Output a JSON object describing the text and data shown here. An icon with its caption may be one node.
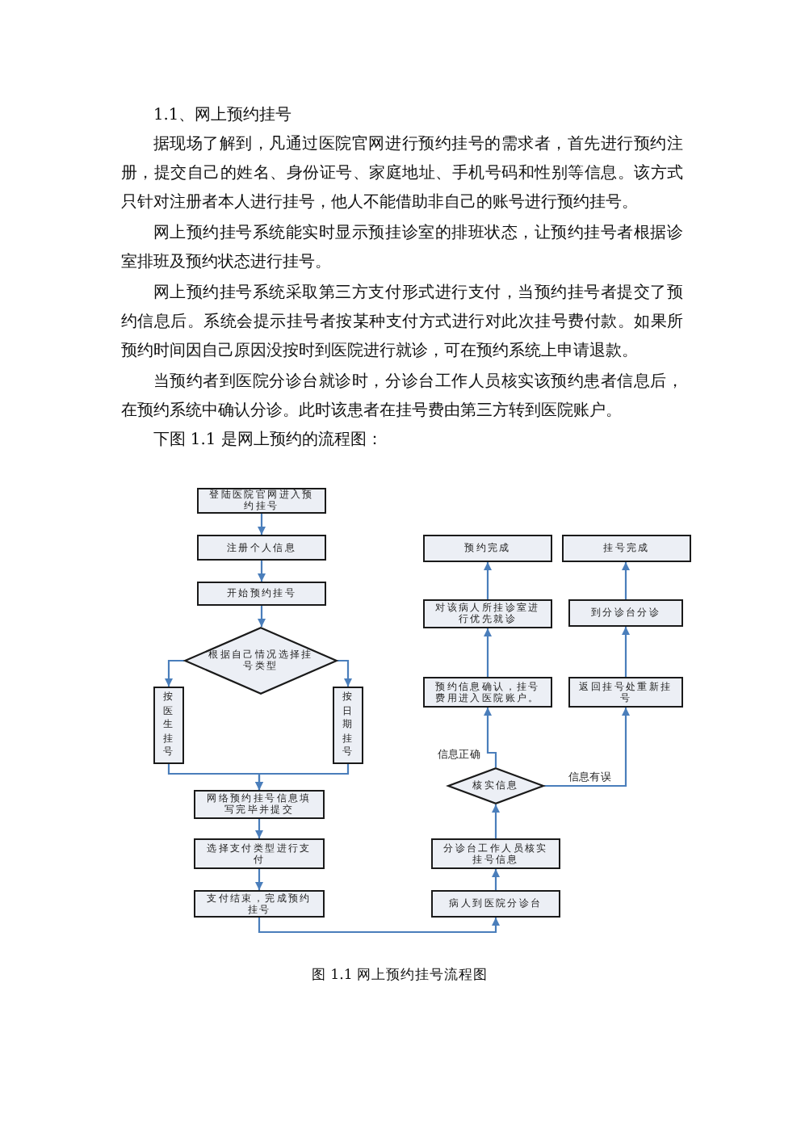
{
  "diagram": {
    "title": "1.1、网上预约挂号",
    "caption": "图 1.1 网上预约挂号流程图",
    "nodes": [
      {
        "text": [
          "登陆医院官网进入预约挂号"
        ]
      },
      {
        "text": [
          "注册个人信息"
        ]
      },
      {
        "text": [
          "开始预约挂号"
        ]
      },
      {
        "text": [
          "根据自己情况选择挂号类型"
        ]
      },
      {
        "text": [
          "按医生挂号"
        ]
      },
      {
        "text": [
          "按日期挂号"
        ]
      },
      {
        "text": [
          "网络预约挂号信息填写完毕并提交"
        ]
      },
      {
        "text": [
          "选择支付类型进行支付"
        ]
      },
      {
        "text": [
          "支付结束，完成预约挂号"
        ]
      },
      {
        "text": [
          "预约完成"
        ]
      },
      {
        "text": [
          "挂号完成"
        ]
      },
      {
        "text": [
          "对该病人所挂诊室进行优先就诊"
        ]
      },
      {
        "text": [
          "到分诊台分诊"
        ]
      },
      {
        "text": [
          "预约信息确认，挂号费用进入医院账户。"
        ]
      },
      {
        "text": [
          "返回挂号处重新挂号"
        ]
      },
      {
        "text": [
          "核实信息"
        ]
      },
      {
        "text": [
          "分诊台工作人员核实挂号信息"
        ]
      },
      {
        "text": [
          "病人到医院分诊台"
        ]
      }
    ],
    "edges": [
      {
        "from": 0,
        "to": 1,
        "arrow": "to"
      },
      {
        "from": 1,
        "to": 2,
        "arrow": "to"
      },
      {
        "from": 2,
        "to": 3,
        "arrow": "to"
      },
      {
        "from": 3,
        "to": 4,
        "arrow": "to"
      },
      {
        "from": 3,
        "to": 5,
        "arrow": "to"
      },
      {
        "from": 4,
        "to": 6,
        "arrow": "to"
      },
      {
        "from": 5,
        "to": 6,
        "arrow": "to"
      },
      {
        "from": 6,
        "to": 7,
        "arrow": "to"
      },
      {
        "from": 7,
        "to": 8,
        "arrow": "to"
      },
      {
        "from": 8,
        "to": 17,
        "arrow": "to"
      },
      {
        "from": 17,
        "to": 16,
        "arrow": "to"
      },
      {
        "from": 16,
        "to": 15,
        "arrow": "to"
      },
      {
        "from": 15,
        "to": 13,
        "arrow": "to",
        "label": "信息正确"
      },
      {
        "from": 15,
        "to": 14,
        "arrow": "to",
        "label": "信息有误"
      },
      {
        "from": 13,
        "to": 11,
        "arrow": "to"
      },
      {
        "from": 11,
        "to": 9,
        "arrow": "to"
      },
      {
        "from": 14,
        "to": 12,
        "arrow": "to"
      },
      {
        "from": 12,
        "to": 10,
        "arrow": "to"
      }
    ],
    "labels": [
      "据现场了解到，凡通过医院官网进行预约挂号的需求者，首先进行预约注册，提交自己的姓名、身份证号、家庭地址、手机号码和性别等信息。该方式只针对注册者本人进行挂号，他人不能借助非自己的账号进行预约挂号。",
      "网上预约挂号系统能实时显示预挂诊室的排班状态，让预约挂号者根据诊室排班及预约状态进行挂号。",
      "网上预约挂号系统采取第三方支付形式进行支付，当预约挂号者提交了预约信息后。系统会提示挂号者按某种支付方式进行对此次挂号费付款。如果所预约时间因自己原因没按时到医院进行就诊，可在预约系统上申请退款。",
      "当预约者到医院分诊台就诊时，分诊台工作人员核实该预约患者信息后，在预约系统中确认分诊。此时该患者在挂号费由第三方转到医院账户。",
      "下图 1.1 是网上预约的流程图："
    ]
  }
}
